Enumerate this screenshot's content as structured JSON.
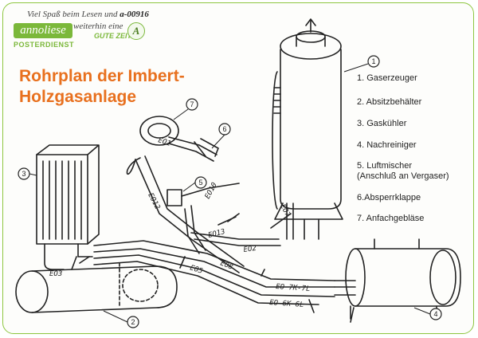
{
  "header": {
    "tagline_part1": "Viel Spaß beim Lesen und",
    "tagline_code": "a-00916",
    "tagline_part2": "weiterhin eine",
    "logo_text": "annoliese",
    "logo_sub": "POSTERDIENST",
    "gute_zeit": "GUTE ZEIT",
    "badge_letter": "A"
  },
  "title": "Rohrplan der Imbert-\nHolzgasanlage",
  "legend": [
    "1. Gaserzeuger",
    "2. Absitzbehälter",
    "3. Gaskühler",
    "4. Nachreiniger",
    "5. Luftmischer\n   (Anschluß an Vergaser)",
    "6.Absperrklappe",
    "7. Anfachgebläse"
  ],
  "callouts": [
    "1",
    "2",
    "3",
    "4",
    "5",
    "6",
    "7"
  ],
  "pipe_labels": [
    "EO1",
    "EO12",
    "EO10",
    "EO13",
    "EO2",
    "EO8",
    "EO5",
    "EO3",
    "EO 7K-7L",
    "EO 6K-6L",
    "EO7"
  ]
}
